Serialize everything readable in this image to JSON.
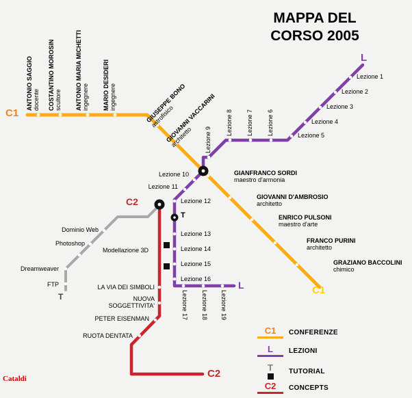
{
  "title": {
    "line1": "MAPPA DEL",
    "line2": "CORSO 2005"
  },
  "watermark": "Cataldi",
  "colors": {
    "conferenze_line": "#FBAA19",
    "c1_left_label": "#F58220",
    "c1_right_label": "#FFD200",
    "lezioni_line": "#7D3FA8",
    "tutorial_line": "#A8A8A8",
    "concepts_line": "#C9252C",
    "background": "#F3F3F1"
  },
  "terminals": {
    "c1_left": "C1",
    "c1_right": "C1",
    "l_top": "L",
    "l_bottom": "L",
    "c2_top": "C2",
    "c2_bottom": "C2",
    "t_bottom": "T",
    "t_station": "T"
  },
  "conference_stations": [
    {
      "name": "ANTONIO SAGGIO",
      "role": "docente"
    },
    {
      "name": "COSTANTINO MOROSIN",
      "role": "scultore"
    },
    {
      "name": "ANTONIO MARIA MICHETTI",
      "role": "ingegnere"
    },
    {
      "name": "MARIO DESIDERI",
      "role": "ingegnere"
    },
    {
      "name": "GIUSEPPE BONO",
      "role": "astrofisico"
    },
    {
      "name": "GIOVANNI VACCARINI",
      "role": "architetto"
    },
    {
      "name": "GIANFRANCO SORDI",
      "role": "maestro d'armonia"
    },
    {
      "name": "GIOVANNI D'AMBROSIO",
      "role": "architetto"
    },
    {
      "name": "ENRICO PULSONI",
      "role": "maestro d'arte"
    },
    {
      "name": "FRANCO PURINI",
      "role": "architetto"
    },
    {
      "name": "GRAZIANO BACCOLINI",
      "role": "chimico"
    }
  ],
  "lezioni": [
    "Lezione 1",
    "Lezione 2",
    "Lezione 3",
    "Lezione 4",
    "Lezione 5",
    "Lezione 6",
    "Lezione 7",
    "Lezione 8",
    "Lezione 9",
    "Lezione 10",
    "Lezione 11",
    "Lezione 12",
    "Lezione 13",
    "Lezione 14",
    "Lezione 15",
    "Lezione 16",
    "Lezione 17",
    "Lezione 18",
    "Lezione 19"
  ],
  "tutorial_stations": [
    "Dominio Web",
    "Photoshop",
    "Modellazione 3D",
    "Dreamweaver",
    "FTP"
  ],
  "concept_stations": [
    "LA VIA DEI SIMBOLI",
    "NUOVA SOGGETTIVITA'",
    "PETER EISENMAN",
    "RUOTA DENTATA"
  ],
  "legend": [
    {
      "symbol": "C1",
      "label": "CONFERENZE"
    },
    {
      "symbol": "L",
      "label": "LEZIONI"
    },
    {
      "symbol": "T",
      "label": "TUTORIAL"
    },
    {
      "symbol": "C2",
      "label": "CONCEPTS"
    }
  ]
}
